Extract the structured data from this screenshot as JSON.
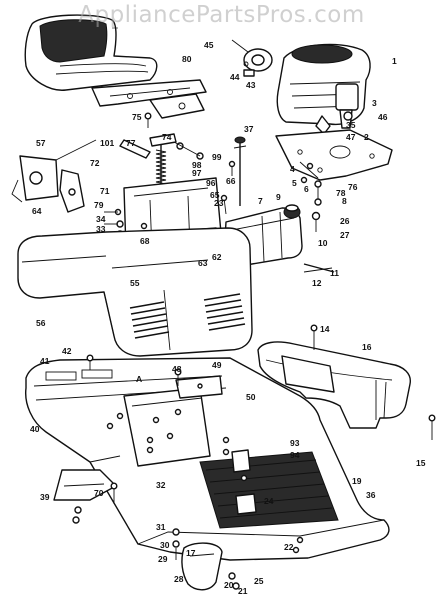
{
  "watermark": "AppliancePartsPros.com",
  "section_marker": "A",
  "callouts": [
    "1",
    "2",
    "3",
    "4",
    "5",
    "6",
    "7",
    "8",
    "9",
    "10",
    "11",
    "12",
    "14",
    "15",
    "16",
    "17",
    "19",
    "20",
    "21",
    "22",
    "23",
    "24",
    "25",
    "26",
    "27",
    "28",
    "29",
    "30",
    "31",
    "32",
    "33",
    "34",
    "35",
    "36",
    "37",
    "39",
    "40",
    "41",
    "42",
    "43",
    "44",
    "45",
    "46",
    "47",
    "48",
    "49",
    "50",
    "55",
    "56",
    "57",
    "62",
    "63",
    "64",
    "65",
    "66",
    "68",
    "70",
    "71",
    "72",
    "74",
    "75",
    "76",
    "77",
    "78",
    "79",
    "80",
    "93",
    "94",
    "96",
    "97",
    "98",
    "99",
    "101"
  ],
  "diagram": {
    "title": "",
    "parts": [
      "seat",
      "seat-bracket",
      "engine",
      "engine-mount-plate",
      "gas-tank",
      "gas-cap",
      "hood",
      "console",
      "mower-deck-frame",
      "frame-support",
      "rear-fender",
      "wheel-guard-left",
      "wheel-guard-right",
      "steering-column",
      "spring-assembly",
      "hinge-bracket"
    ]
  }
}
